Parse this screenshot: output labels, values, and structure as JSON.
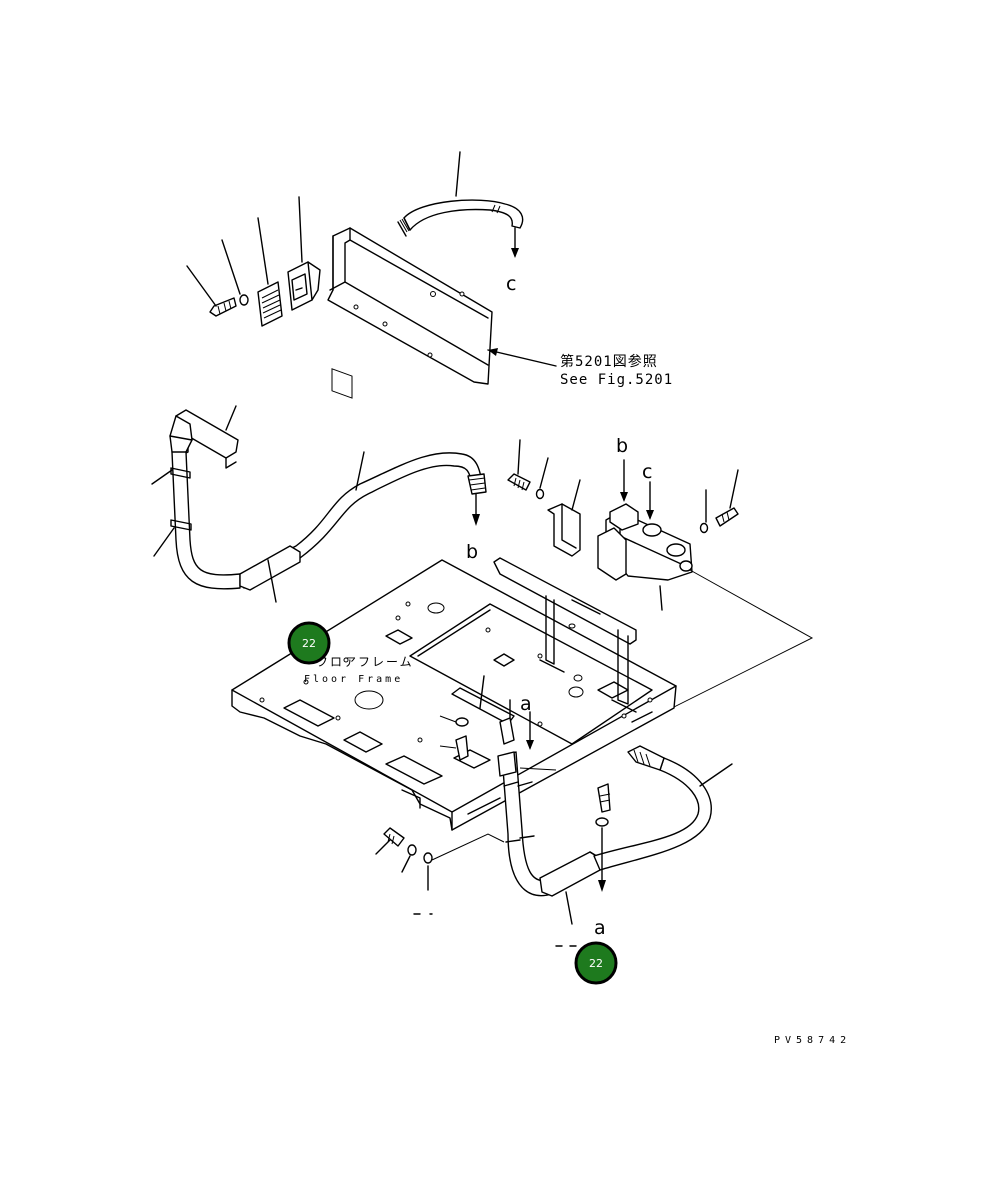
{
  "reference": {
    "jp": "第5201図参照",
    "en": "See Fig.5201"
  },
  "floor_frame": {
    "jp": "フロアフレーム",
    "en": "Floor Frame"
  },
  "callouts": {
    "a_top": "a",
    "a_bottom": "a",
    "b_right": "b",
    "b_left": "b",
    "c_top": "c",
    "c_right": "c"
  },
  "badges": {
    "badge_1": "22",
    "badge_2": "22"
  },
  "drawing_number": "PV58742",
  "colors": {
    "badge_fill": "#1e7a1e",
    "badge_ring": "#000000",
    "line": "#000000",
    "background": "#ffffff"
  }
}
